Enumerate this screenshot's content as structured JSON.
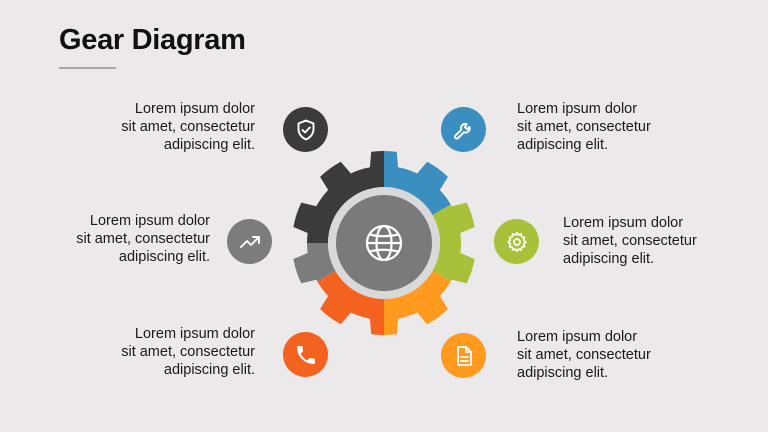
{
  "title": "Gear Diagram",
  "colors": {
    "background": "#ebe9e9",
    "dark": "#3b3b3b",
    "blue": "#3a8fc0",
    "green": "#a7c13a",
    "orange": "#ff9a1f",
    "orange_red": "#f4621f",
    "gray": "#7c7c7c",
    "hub_ring": "#d9d9d9",
    "hub": "#7a7a7a"
  },
  "items": [
    {
      "id": "top-left",
      "text_line1": "Lorem ipsum dolor",
      "text_line2": "sit amet, consectetur",
      "text_line3": "adipiscing elit.",
      "icon": "shield-check-icon"
    },
    {
      "id": "top-right",
      "text_line1": "Lorem ipsum dolor",
      "text_line2": "sit amet, consectetur",
      "text_line3": "adipiscing elit.",
      "icon": "wrench-icon"
    },
    {
      "id": "mid-left",
      "text_line1": "Lorem ipsum dolor",
      "text_line2": "sit amet, consectetur",
      "text_line3": "adipiscing elit.",
      "icon": "trending-up-icon"
    },
    {
      "id": "mid-right",
      "text_line1": "Lorem ipsum dolor",
      "text_line2": "sit amet, consectetur",
      "text_line3": "adipiscing elit.",
      "icon": "gear-icon"
    },
    {
      "id": "bottom-left",
      "text_line1": "Lorem ipsum dolor",
      "text_line2": "sit amet, consectetur",
      "text_line3": "adipiscing elit.",
      "icon": "phone-icon"
    },
    {
      "id": "bottom-right",
      "text_line1": "Lorem ipsum dolor",
      "text_line2": "sit amet, consectetur",
      "text_line3": "adipiscing elit.",
      "icon": "document-icon"
    }
  ],
  "hub_icon": "globe-icon"
}
